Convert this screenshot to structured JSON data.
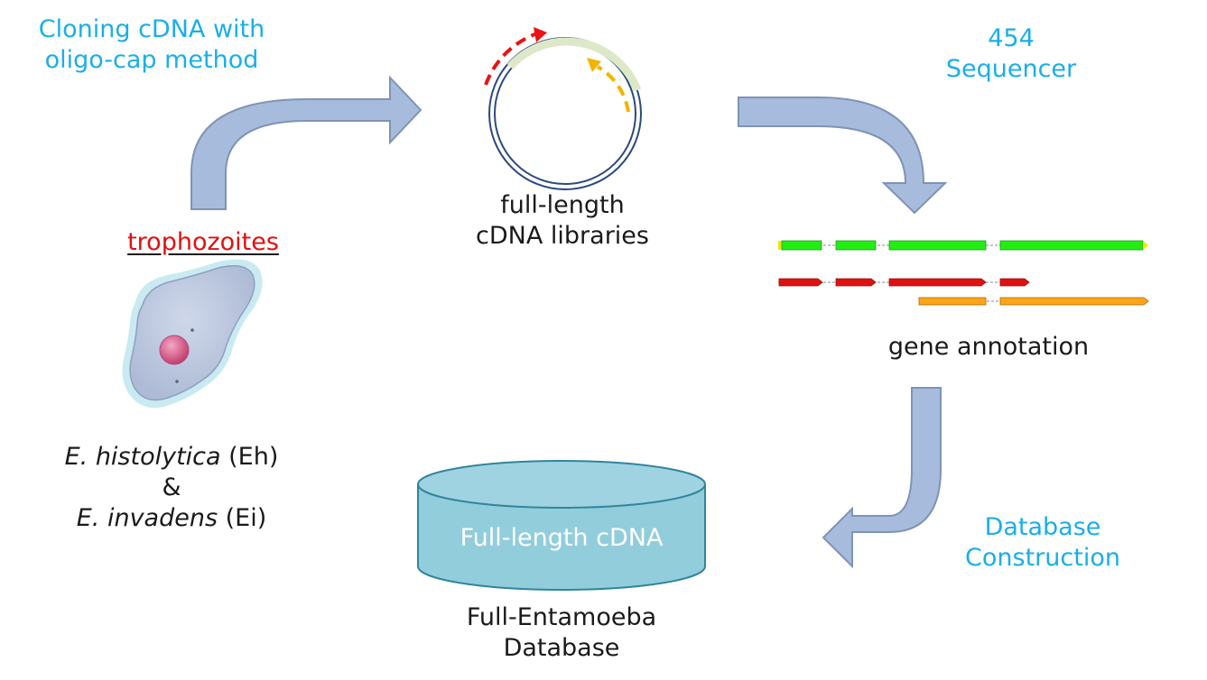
{
  "steps": {
    "cloning": [
      "Cloning cDNA with",
      "oligo-cap method"
    ],
    "sequencer": [
      "454",
      "Sequencer"
    ],
    "libraries": [
      "full-length",
      "cDNA libraries"
    ],
    "trophozoites": "trophozoites",
    "gene_annotation": "gene annotation",
    "db_construction": [
      "Database",
      "Construction"
    ],
    "database_name": [
      "Full-Entamoeba",
      "Database"
    ]
  },
  "species": {
    "eh_name": "E. histolytica",
    "eh_code": " (Eh)",
    "and": "&",
    "ei_name": "E. invadens",
    "ei_code": " (Ei)"
  },
  "cylinder_label": "Full-length cDNA",
  "colors": {
    "step_text": "#1aaee8",
    "arrow_fill": "#a7bcdc",
    "arrow_stroke": "#7f93b6",
    "cylinder_fill": "#92cddc",
    "cylinder_stroke": "#31859c",
    "track_green": "#22ee11",
    "track_red": "#dd1111",
    "track_orange": "#ffa51a"
  }
}
